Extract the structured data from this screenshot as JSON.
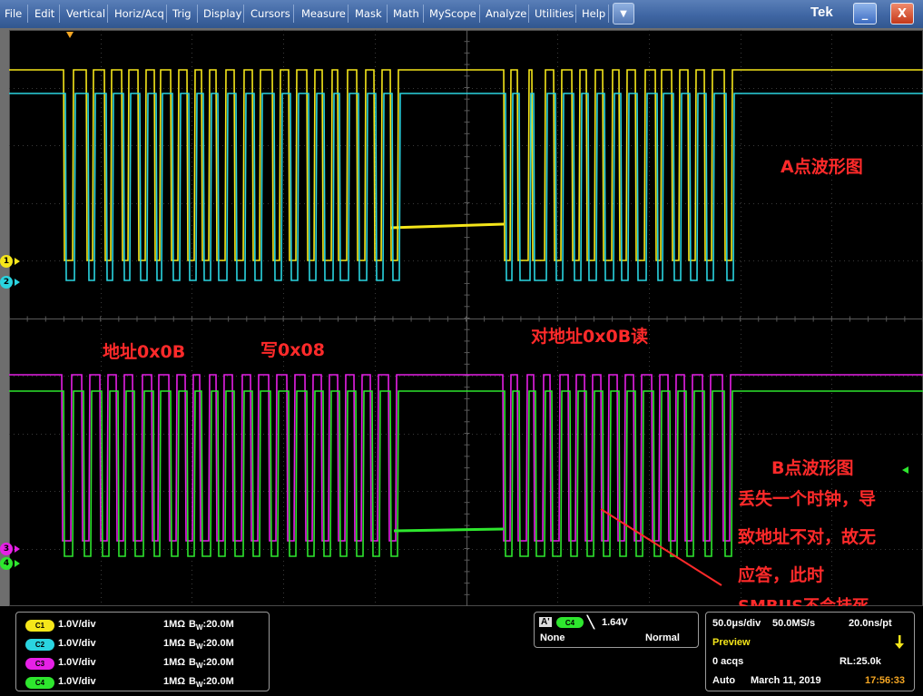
{
  "menu": {
    "items": [
      "File",
      "Edit",
      "Vertical",
      "Horiz/Acq",
      "Trig",
      "Display",
      "Cursors",
      "Measure",
      "Mask",
      "Math",
      "MyScope",
      "Analyze",
      "Utilities",
      "Help"
    ],
    "brand": "Tek",
    "minimize_label": "_",
    "close_label": "X"
  },
  "colors": {
    "ch1": "#f5e61a",
    "ch2": "#2ad4e0",
    "ch3": "#e620e6",
    "ch4": "#2ee62e",
    "annotation": "#ff2a2a"
  },
  "markers": {
    "ch1": "1",
    "ch2": "2",
    "ch3": "3",
    "ch4": "4"
  },
  "annotations": {
    "a_waveform": "A点波形图",
    "addr": "地址0x0B",
    "write": "写0x08",
    "read_addr": "对地址0x0B读",
    "b_waveform": "B点波形图",
    "explain_1": "丢失一个时钟，导",
    "explain_2": "致地址不对，故无",
    "explain_3": "应答，此时",
    "explain_4": "SMBUS不会挂死"
  },
  "channels": [
    {
      "label": "C1",
      "scale": "1.0V/div",
      "impedance": "1MΩ",
      "bandwidth": "20.0M"
    },
    {
      "label": "C2",
      "scale": "1.0V/div",
      "impedance": "1MΩ",
      "bandwidth": "20.0M"
    },
    {
      "label": "C3",
      "scale": "1.0V/div",
      "impedance": "1MΩ",
      "bandwidth": "20.0M"
    },
    {
      "label": "C4",
      "scale": "1.0V/div",
      "impedance": "1MΩ",
      "bandwidth": "20.0M"
    }
  ],
  "bandwidth_prefix": "B",
  "bandwidth_sub": "W",
  "trigger": {
    "source_tag": "A'",
    "channel": "C4",
    "slope": "╲",
    "level": "1.64V",
    "coupling": "None",
    "mode": "Normal"
  },
  "horizontal": {
    "timebase": "50.0μs/div",
    "sample_rate": "50.0MS/s",
    "resolution": "20.0ns/pt",
    "state": "Preview",
    "acqs": "0 acqs",
    "record_length": "RL:25.0k",
    "acq_mode": "Auto",
    "date": "March 11, 2019",
    "time": "17:56:33"
  },
  "waveforms": {
    "ch1": {
      "high": 1,
      "low": 0,
      "transitions": [
        60,
        70,
        85,
        92,
        105,
        112,
        124,
        131,
        142,
        150,
        160,
        166,
        178,
        186,
        196,
        204,
        212,
        220,
        228,
        238,
        248,
        258,
        268,
        276,
        290,
        298,
        308,
        316,
        328,
        336,
        345,
        355,
        362,
        372,
        383,
        392,
        402,
        410,
        420,
        428,
        545,
        552,
        560,
        572,
        576,
        590,
        600,
        608,
        620,
        628,
        636,
        645,
        654,
        664,
        672,
        680,
        690,
        700,
        712,
        718,
        730,
        738,
        748,
        756,
        766,
        774,
        788,
        796
      ]
    },
    "ch3": {
      "high": 1,
      "low": 0,
      "transitions": [
        58,
        68,
        80,
        88,
        100,
        108,
        118,
        126,
        136,
        146,
        157,
        164,
        176,
        184,
        194,
        202,
        210,
        220,
        228,
        236,
        246,
        256,
        266,
        274,
        286,
        294,
        306,
        314,
        326,
        334,
        344,
        352,
        362,
        370,
        380,
        388,
        398,
        406,
        418,
        426,
        544,
        552,
        560,
        570,
        578,
        588,
        596,
        606,
        616,
        624,
        634,
        642,
        652,
        660,
        670,
        678,
        688,
        696,
        708,
        716,
        726,
        734,
        744,
        752,
        764,
        772,
        786,
        794
      ]
    }
  }
}
